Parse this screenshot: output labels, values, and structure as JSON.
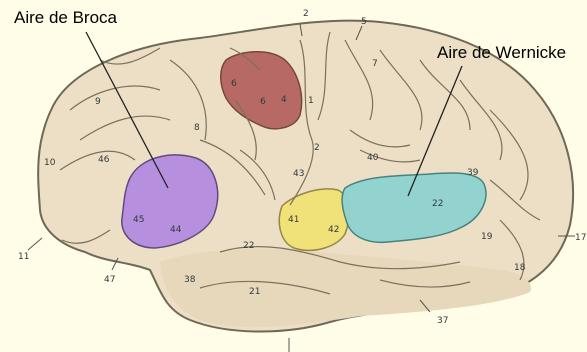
{
  "labels": {
    "broca": "Aire de Broca",
    "wernicke": "Aire de Wernicke"
  },
  "areas": {
    "a2_top": "2",
    "a5": "5",
    "a7": "7",
    "a8": "8",
    "a6": "6",
    "a6b": "6",
    "a4": "4",
    "a1": "1",
    "a9": "9",
    "a10": "10",
    "a46": "46",
    "a45": "45",
    "a44": "44",
    "a47": "47",
    "a11": "11",
    "a2_mid": "2",
    "a40": "40",
    "a43": "43",
    "a41": "41",
    "a42": "42",
    "a22_left": "22",
    "a22_right": "22",
    "a39": "39",
    "a19": "19",
    "a18": "18",
    "a17": "17",
    "a38": "38",
    "a21": "21",
    "a37": "37"
  },
  "colors": {
    "background": "#fffde8",
    "brain": "#ecdfc5",
    "outline": "#6e6857",
    "broca": "#b48be0",
    "motor": "#b3615d",
    "auditory": "#f2e275",
    "wernicke": "#8fd3d0"
  }
}
